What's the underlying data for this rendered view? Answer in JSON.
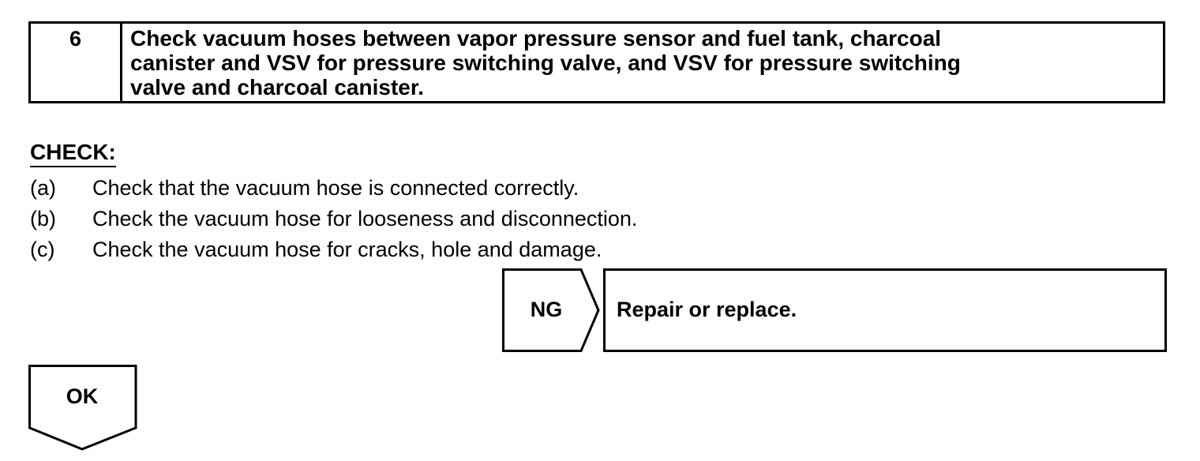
{
  "step": {
    "number": "6",
    "title_lines": [
      "Check vacuum hoses between vapor pressure sensor and fuel tank, charcoal",
      "canister and VSV for pressure switching valve, and VSV for pressure switching",
      "valve and charcoal canister."
    ]
  },
  "check": {
    "heading": "CHECK:",
    "items": [
      {
        "marker": "(a)",
        "text": "Check that the vacuum hose is connected correctly."
      },
      {
        "marker": "(b)",
        "text": "Check the vacuum hose for looseness and disconnection."
      },
      {
        "marker": "(c)",
        "text": "Check the vacuum hose for cracks, hole and damage."
      }
    ]
  },
  "ng_branch": {
    "label": "NG",
    "action": "Repair or replace."
  },
  "ok_branch": {
    "label": "OK"
  }
}
